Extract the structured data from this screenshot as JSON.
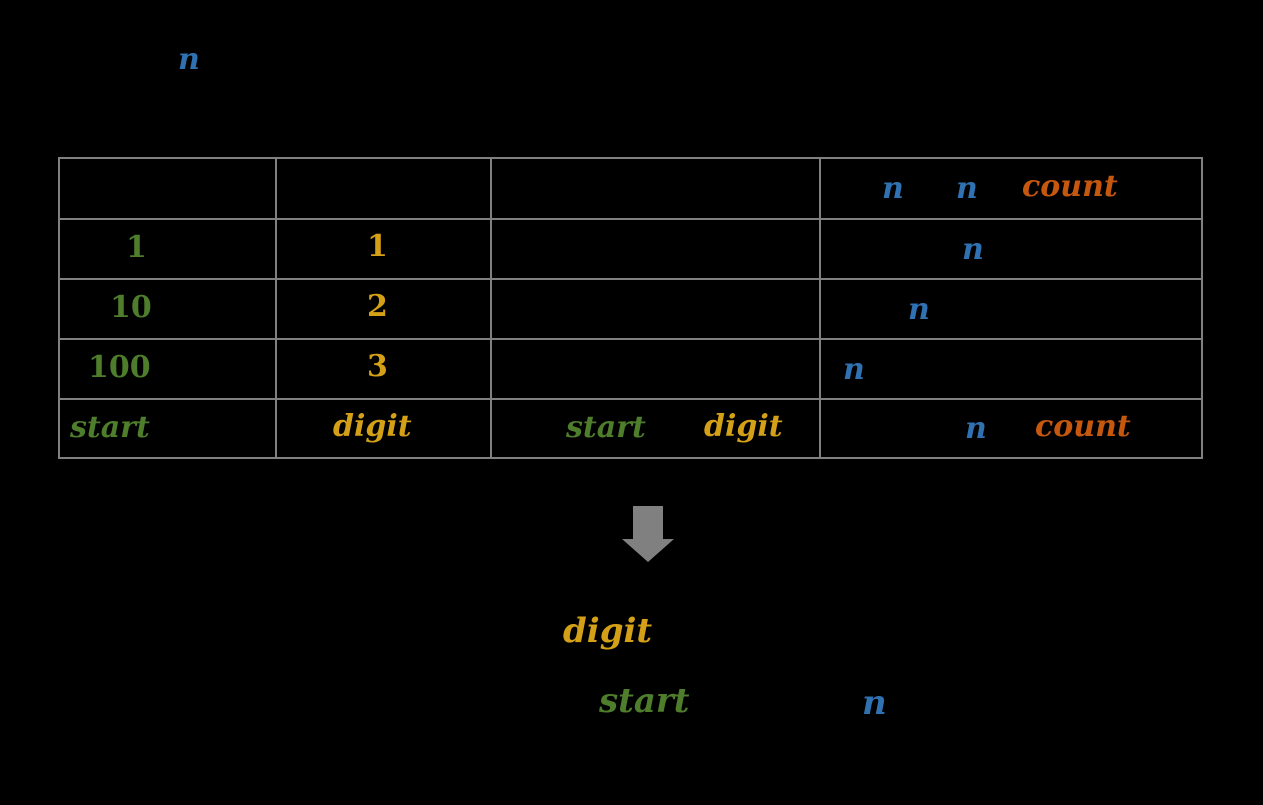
{
  "figure": {
    "background_color": "#000000",
    "border_color": "#808080"
  },
  "palette": {
    "variable_n": "#3071b2",
    "variable_start": "#4e7d2c",
    "variable_digit": "#d4a017",
    "variable_count": "#c5570f",
    "rule": "#808080"
  },
  "caption_top": {
    "n": "n"
  },
  "table": {
    "columns": 4,
    "rows": 5,
    "header": {
      "cells": [
        {
          "text": "",
          "color_key": "none"
        },
        {
          "text": "",
          "color_key": "none"
        },
        {
          "text": "",
          "color_key": "none"
        },
        {
          "tokens": [
            {
              "text": "n",
              "color_key": "variable_n"
            },
            {
              "text": "n",
              "color_key": "variable_n"
            },
            {
              "text": "count",
              "color_key": "variable_count"
            }
          ]
        }
      ]
    },
    "body_rows": [
      {
        "start": "1",
        "digit": "1",
        "expr": "",
        "result": "n"
      },
      {
        "start": "10",
        "digit": "2",
        "expr": "",
        "result": "n"
      },
      {
        "start": "100",
        "digit": "3",
        "expr": "",
        "result": "n"
      }
    ],
    "footer_row": {
      "col1": "start",
      "col2": "digit",
      "col3_tokens": [
        {
          "text": "start",
          "color_key": "variable_start"
        },
        {
          "text": "digit",
          "color_key": "variable_digit"
        }
      ],
      "col4_tokens": [
        {
          "text": "n",
          "color_key": "variable_n"
        },
        {
          "text": "count",
          "color_key": "variable_count"
        }
      ]
    }
  },
  "arrow": {
    "name": "down-arrow-icon",
    "color": "#808080",
    "direction": "down"
  },
  "conclusion": {
    "line1": {
      "digit": "digit"
    },
    "line2": {
      "start": "start",
      "n": "n"
    }
  }
}
